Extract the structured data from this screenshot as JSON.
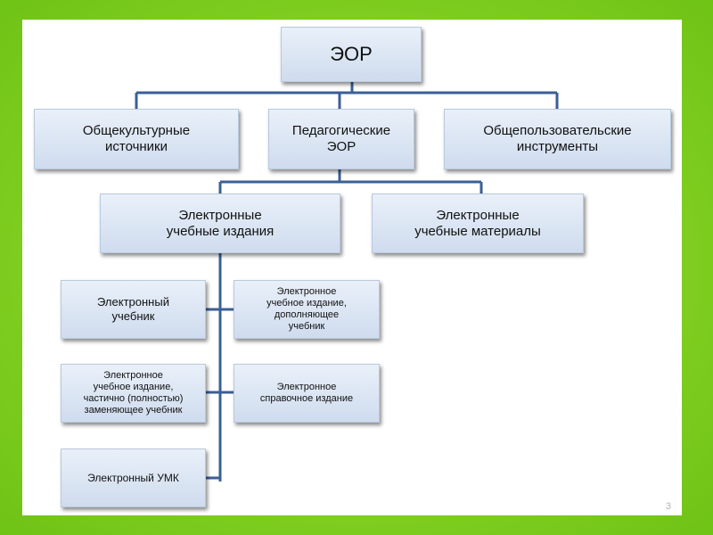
{
  "diagram": {
    "root": "ЭОР",
    "level1": [
      "Общекультурные\nисточники",
      "Педагогические\nЭОР",
      "Общепользовательские\nинструменты"
    ],
    "level2": [
      "Электронные\nучебные издания",
      "Электронные\nучебные материалы"
    ],
    "level3": [
      "Электронный\nучебник",
      "Электронное\nучебное издание,\nдополняющее\nучебник",
      "Электронное\nучебное издание,\nчастично (полностью)\nзаменяющее учебник",
      "Электронное\nсправочное издание",
      "Электронный УМК"
    ],
    "connector_color": "#3b5f95"
  },
  "page_number": "3"
}
